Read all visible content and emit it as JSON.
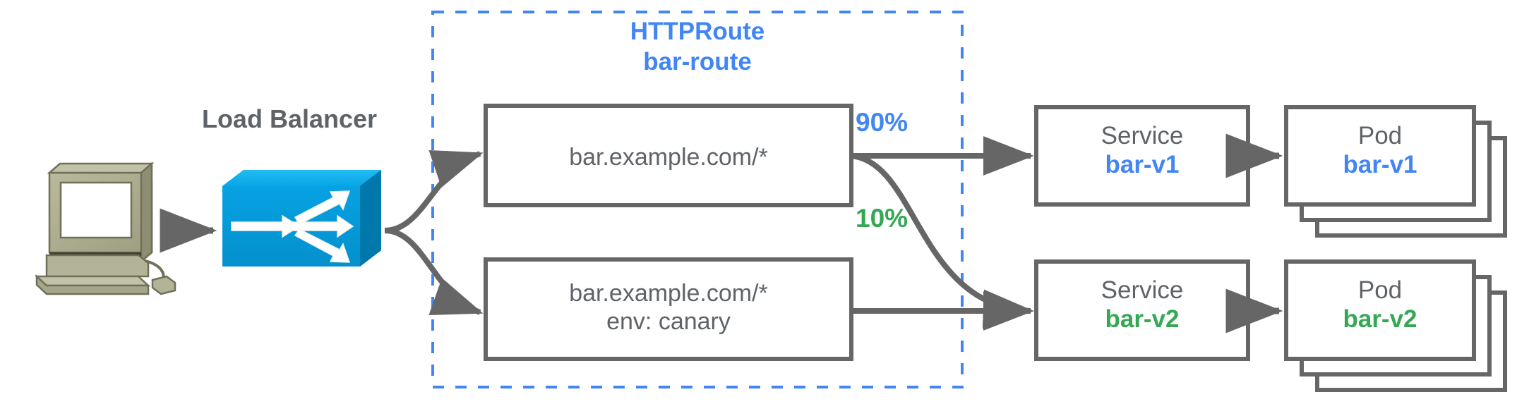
{
  "colors": {
    "blue": "#4285f4",
    "green": "#34a853",
    "gray": "#5f6368",
    "box_stroke": "#666666",
    "lb_blue": "#0099dd",
    "workstation": "#a8a98c"
  },
  "diagram": {
    "title_client": "Load Balancer",
    "httproute": {
      "kind_label": "HTTPRoute",
      "name_label": "bar-route"
    },
    "rules": [
      {
        "id": "rule-1",
        "line1": "bar.example.com/*",
        "line2": ""
      },
      {
        "id": "rule-2",
        "line1": "bar.example.com/*",
        "line2": "env: canary"
      }
    ],
    "weights": [
      {
        "id": "weight-90",
        "label": "90%",
        "color": "#4285f4"
      },
      {
        "id": "weight-10",
        "label": "10%",
        "color": "#34a853"
      }
    ],
    "services": [
      {
        "id": "service-bar-v1",
        "kind": "Service",
        "name": "bar-v1",
        "color": "#4285f4"
      },
      {
        "id": "service-bar-v2",
        "kind": "Service",
        "name": "bar-v2",
        "color": "#34a853"
      }
    ],
    "pods": [
      {
        "id": "pod-bar-v1",
        "kind": "Pod",
        "name": "bar-v1",
        "color": "#4285f4",
        "stack_count": 3
      },
      {
        "id": "pod-bar-v2",
        "kind": "Pod",
        "name": "bar-v2",
        "color": "#34a853",
        "stack_count": 3
      }
    ],
    "icons": {
      "client": "workstation-icon",
      "load_balancer": "load-balancer-switch-icon"
    }
  }
}
